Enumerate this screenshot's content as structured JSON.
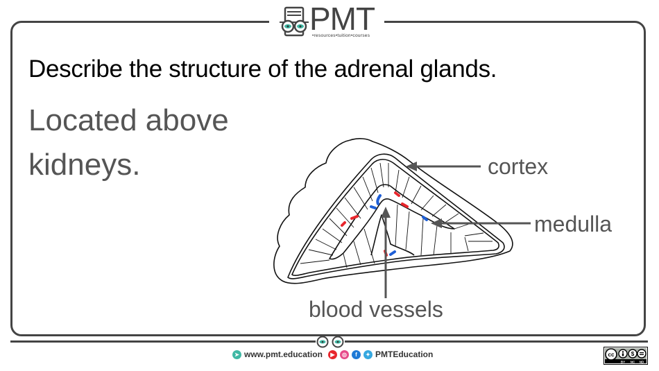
{
  "logo": {
    "brand": "PMT",
    "tagline": "•resources•tuition•courses"
  },
  "slide": {
    "question": "Describe the structure of the adrenal glands.",
    "answer_lines": [
      "Located above",
      "kidneys."
    ]
  },
  "diagram": {
    "subject": "adrenal gland cross-section",
    "labels": {
      "cortex": "cortex",
      "medulla": "medulla",
      "blood_vessels": "blood vessels"
    },
    "colors": {
      "outline": "#111111",
      "arrow": "#555555",
      "vessel_red": "#e8262c",
      "vessel_blue": "#1f5fd6"
    }
  },
  "footer": {
    "website": "www.pmt.education",
    "social_handle": "PMTEducation",
    "social_icons": [
      "youtube-icon",
      "instagram-icon",
      "facebook-icon",
      "twitter-icon"
    ],
    "license": {
      "badge": "cc",
      "terms": [
        "BY",
        "NC",
        "ND"
      ]
    }
  },
  "theme": {
    "frame": "#444444",
    "teal": "#3fb8a4",
    "text_dark": "#000000",
    "text_grey": "#555555"
  }
}
